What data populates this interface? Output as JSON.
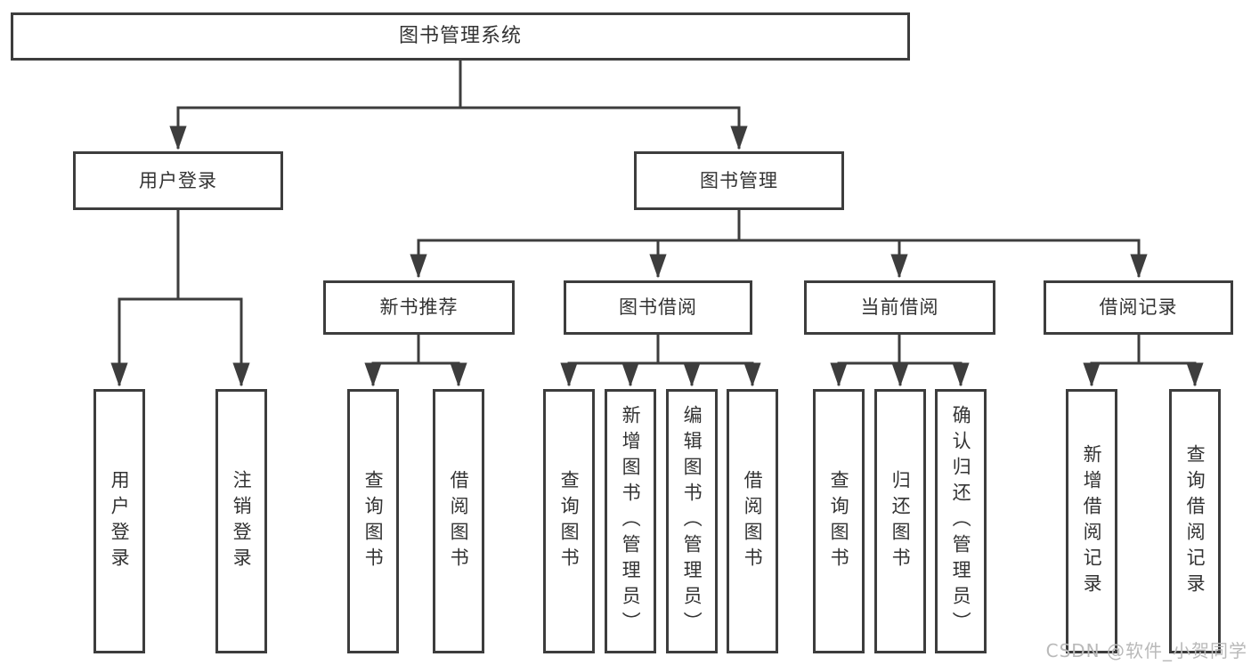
{
  "diagram_title": "图书管理系统",
  "tree": {
    "label": "图书管理系统",
    "children": [
      {
        "label": "用户登录",
        "children": [
          {
            "label": "用户登录"
          },
          {
            "label": "注销登录"
          }
        ]
      },
      {
        "label": "图书管理",
        "children": [
          {
            "label": "新书推荐",
            "children": [
              {
                "label": "查询图书"
              },
              {
                "label": "借阅图书"
              }
            ]
          },
          {
            "label": "图书借阅",
            "children": [
              {
                "label": "查询图书"
              },
              {
                "label": "新增图书（管理员）"
              },
              {
                "label": "编辑图书（管理员）"
              },
              {
                "label": "借阅图书"
              }
            ]
          },
          {
            "label": "当前借阅",
            "children": [
              {
                "label": "查询图书"
              },
              {
                "label": "归还图书"
              },
              {
                "label": "确认归还（管理员）"
              }
            ]
          },
          {
            "label": "借阅记录",
            "children": [
              {
                "label": "新增借阅记录"
              },
              {
                "label": "查询借阅记录"
              }
            ]
          }
        ]
      }
    ]
  },
  "watermark": {
    "text": "CSDN @软件_小贺同学"
  },
  "colors": {
    "line": "#3d3d3d",
    "text": "#333333",
    "background": "#ffffff",
    "watermark": "#b9b9b9"
  }
}
